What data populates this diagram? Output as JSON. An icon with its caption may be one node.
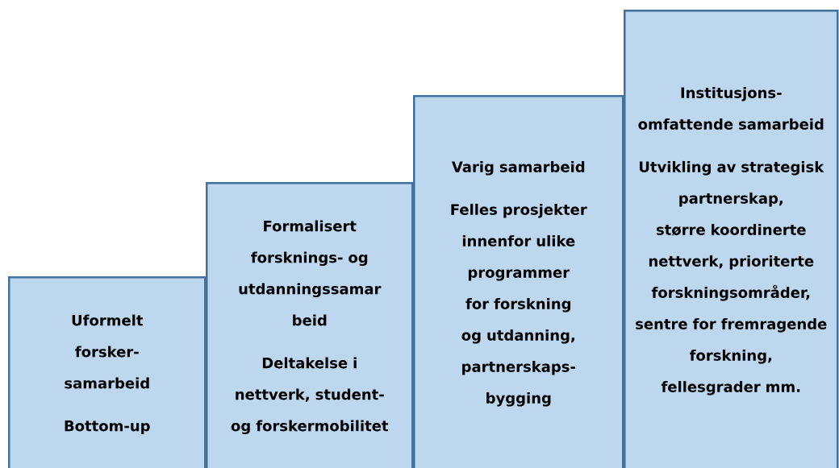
{
  "diagram": {
    "nodes": [
      {
        "text": [
          "Uformelt forsker- samarbeid",
          "Bottom-up"
        ]
      },
      {
        "text": [
          "Formalisert forsknings- og utdanningssamar beid",
          "Deltakelse i nettverk, student- og forskermobilitet"
        ]
      },
      {
        "text": [
          "Varig samarbeid",
          "Felles prosjekter innenfor ulike programmer for forskning og utdanning, partnerskaps- bygging"
        ]
      },
      {
        "text": [
          "Institusjons- omfattende samarbeid",
          "Utvikling av strategisk partnerskap, større koordinerte nettverk, prioriterte forskningsområder, sentre for fremragende forskning, fellesgrader mm."
        ]
      }
    ]
  }
}
